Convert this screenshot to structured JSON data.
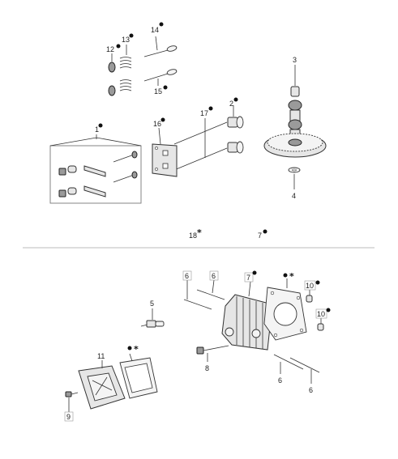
{
  "callouts": {
    "c1": "1",
    "c2": "2",
    "c3": "3",
    "c4": "4",
    "c5": "5",
    "c6a": "6",
    "c6b": "6",
    "c6c": "6",
    "c6d": "6",
    "c7_top": "7",
    "c7_bottom": "7",
    "c8": "8",
    "c9": "9",
    "c10a": "10",
    "c10b": "10",
    "c11": "11",
    "c12": "12",
    "c13": "13",
    "c14": "14",
    "c15": "15",
    "c16": "16",
    "c17": "17",
    "c18": "18"
  },
  "marks": {
    "asterisk": "*"
  },
  "colors": {
    "line": "#333333",
    "part_fill": "#e6e6e6",
    "dark_fill": "#9a9a9a",
    "dot": "#111111",
    "divider": "#bbbbbb"
  }
}
